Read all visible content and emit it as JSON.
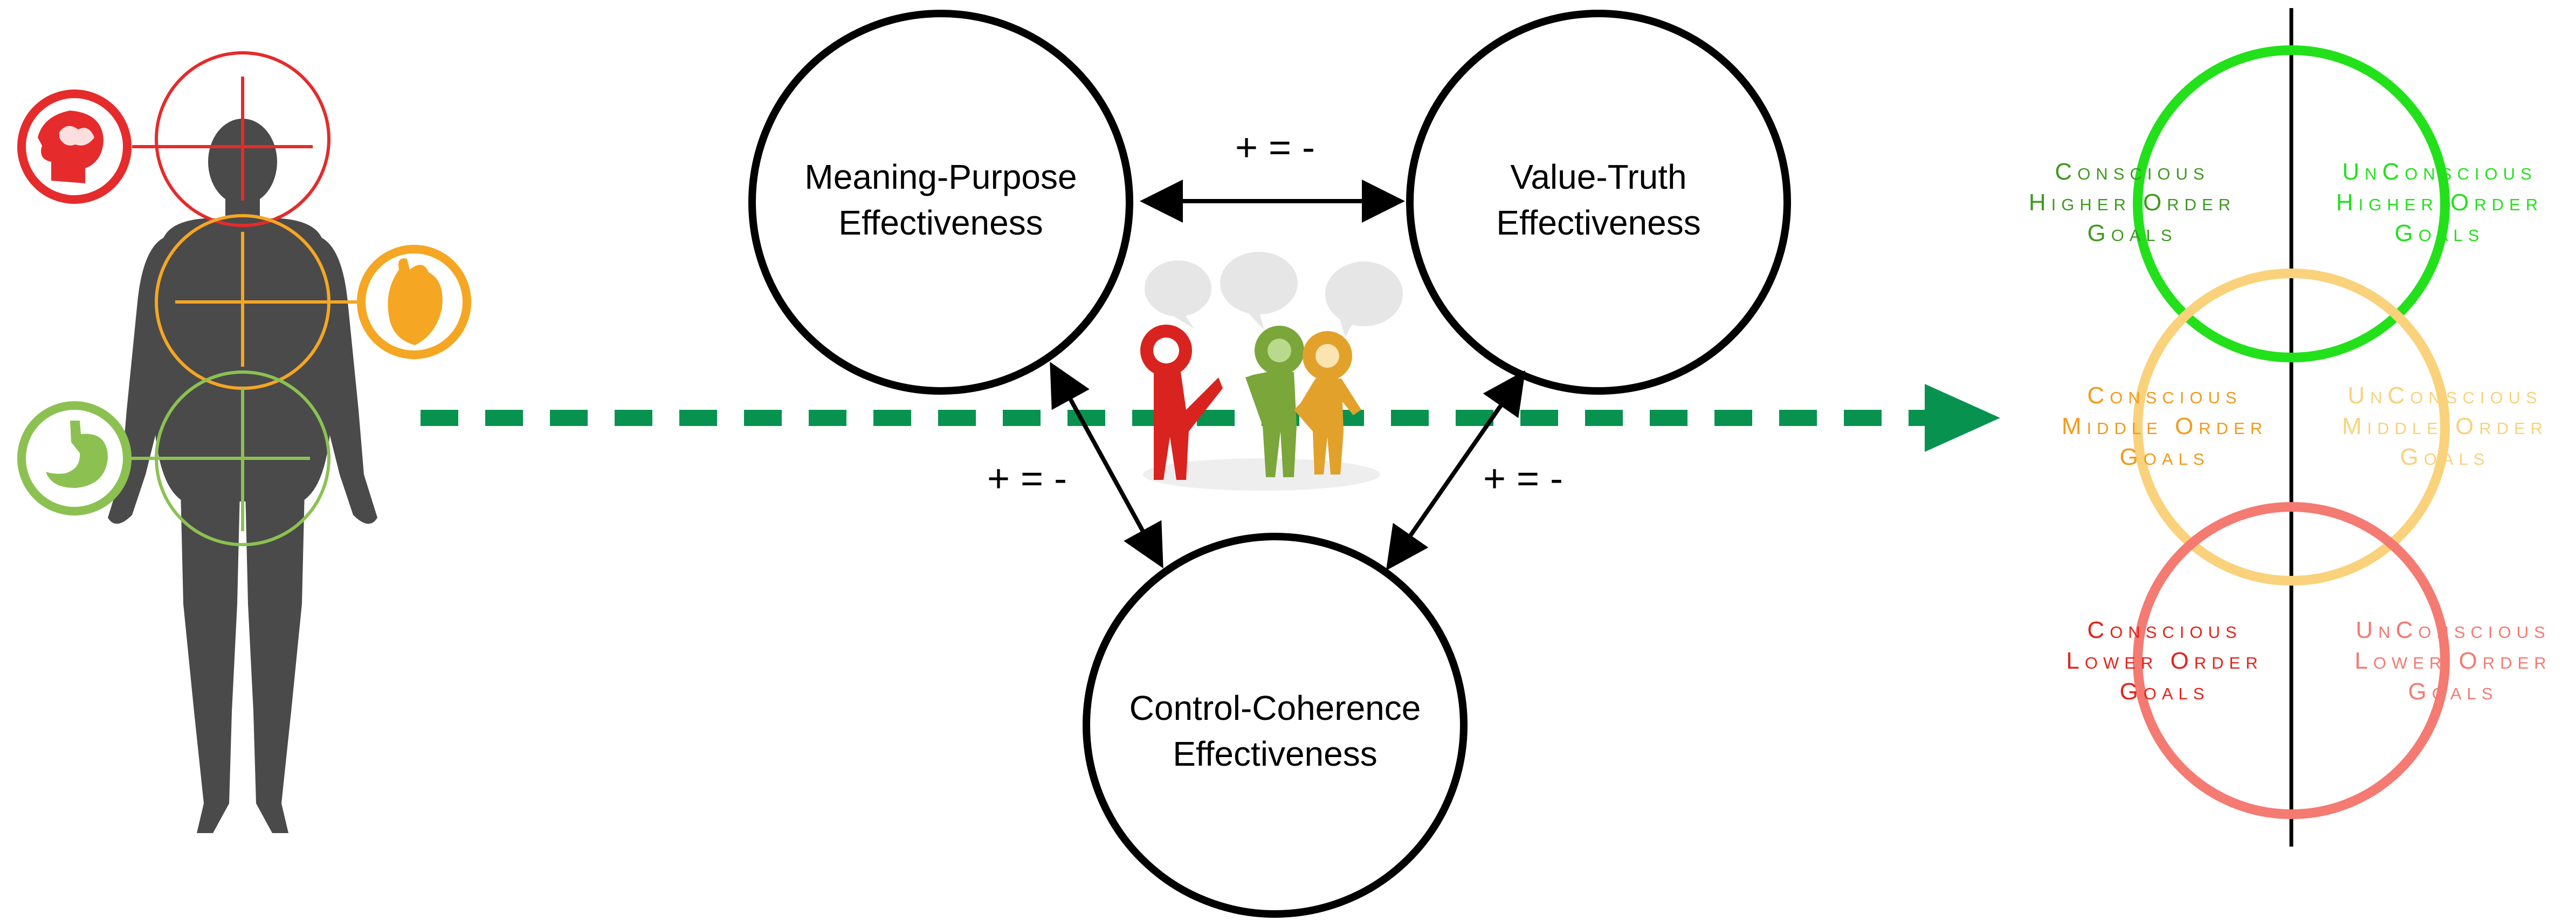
{
  "diagram": {
    "nodes": {
      "meaning": {
        "line1": "Meaning-Purpose",
        "line2": "Effectiveness"
      },
      "value": {
        "line1": "Value-Truth",
        "line2": "Effectiveness"
      },
      "control": {
        "line1": "Control-Coherence",
        "line2": "Effectiveness"
      }
    },
    "edges": {
      "top": "+ = -",
      "left": "+ = -",
      "right": "+ = -"
    },
    "goals": {
      "higher": {
        "color": "#22e11a",
        "conscious": {
          "line1": "Conscious",
          "line2": "Higher Order",
          "line3": "Goals"
        },
        "unconscious": {
          "line1": "UnConscious",
          "line2": "Higher Order",
          "line3": "Goals"
        }
      },
      "middle": {
        "color": "#f9d27b",
        "conscious": {
          "line1": "Conscious",
          "line2": "Middle Order",
          "line3": "Goals"
        },
        "unconscious": {
          "line1": "UnConscious",
          "line2": "Middle Order",
          "line3": "Goals"
        }
      },
      "lower": {
        "color": "#f47a72",
        "conscious": {
          "line1": "Conscious",
          "line2": "Lower Order",
          "line3": "Goals"
        },
        "unconscious": {
          "line1": "UnConscious",
          "line2": "Lower Order",
          "line3": "Goals"
        }
      }
    },
    "colors": {
      "head": "#e52b2b",
      "heart": "#f5a623",
      "stomach": "#8cc152",
      "arrow": "#07924f",
      "figure": "#4a4a4a"
    },
    "icons": [
      "brain-icon",
      "heart-icon",
      "stomach-icon",
      "human-silhouette-icon",
      "speech-bubble-icon"
    ]
  }
}
